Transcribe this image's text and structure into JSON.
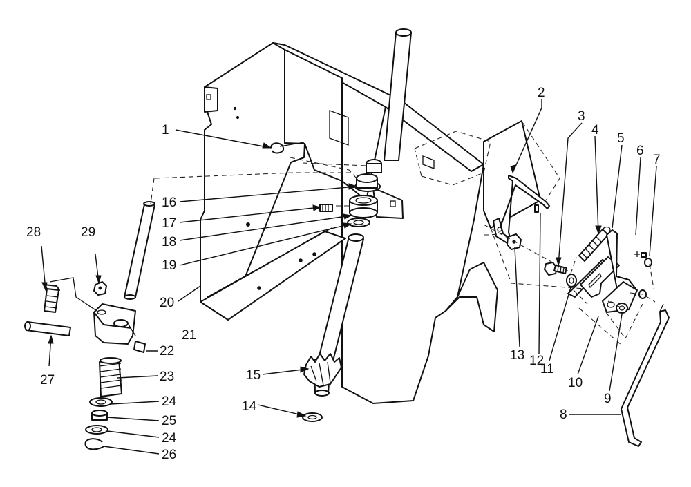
{
  "diagram": {
    "callouts": [
      {
        "id": "c1",
        "text": "1"
      },
      {
        "id": "c2",
        "text": "2"
      },
      {
        "id": "c3",
        "text": "3"
      },
      {
        "id": "c4",
        "text": "4"
      },
      {
        "id": "c5",
        "text": "5"
      },
      {
        "id": "c6",
        "text": "6"
      },
      {
        "id": "c7",
        "text": "7"
      },
      {
        "id": "c8",
        "text": "8"
      },
      {
        "id": "c9",
        "text": "9"
      },
      {
        "id": "c10",
        "text": "10"
      },
      {
        "id": "c11",
        "text": "11"
      },
      {
        "id": "c12",
        "text": "12"
      },
      {
        "id": "c13",
        "text": "13"
      },
      {
        "id": "c14",
        "text": "14"
      },
      {
        "id": "c15",
        "text": "15"
      },
      {
        "id": "c16",
        "text": "16"
      },
      {
        "id": "c17",
        "text": "17"
      },
      {
        "id": "c18",
        "text": "18"
      },
      {
        "id": "c19",
        "text": "19"
      },
      {
        "id": "c20",
        "text": "20"
      },
      {
        "id": "c21",
        "text": "21"
      },
      {
        "id": "c22",
        "text": "22"
      },
      {
        "id": "c23",
        "text": "23"
      },
      {
        "id": "c24a",
        "text": "24"
      },
      {
        "id": "c25",
        "text": "25"
      },
      {
        "id": "c24b",
        "text": "24"
      },
      {
        "id": "c26",
        "text": "26"
      },
      {
        "id": "c27",
        "text": "27"
      },
      {
        "id": "c28",
        "text": "28"
      },
      {
        "id": "c29",
        "text": "29"
      }
    ]
  }
}
